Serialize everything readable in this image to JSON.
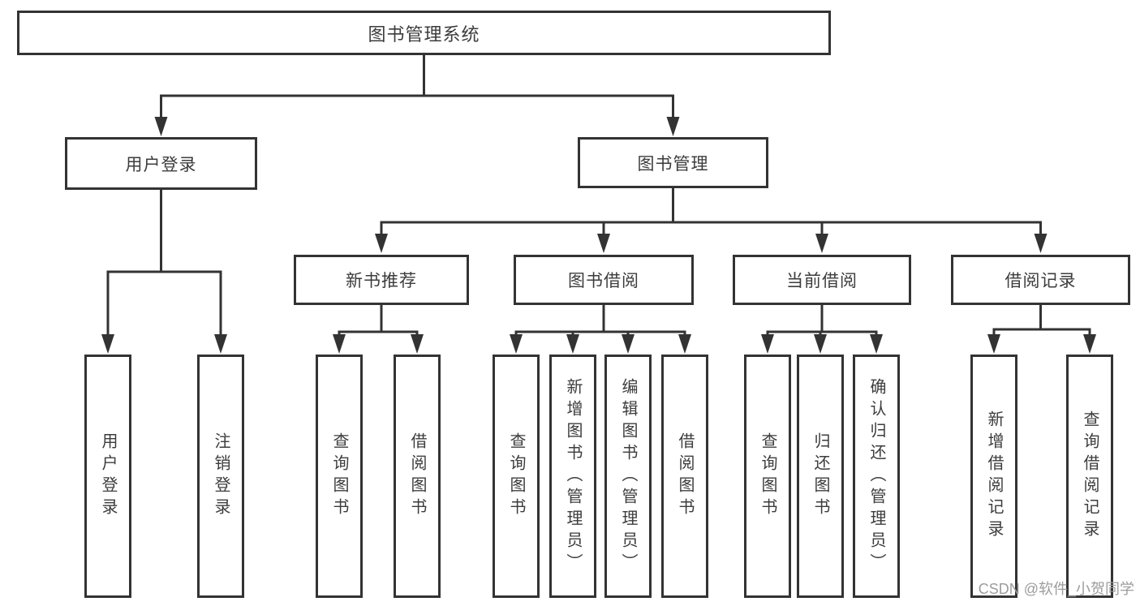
{
  "tree": {
    "root": "图书管理系统",
    "user_login": {
      "label": "用户登录",
      "children": [
        "用户登录",
        "注销登录"
      ]
    },
    "book_management": {
      "label": "图书管理",
      "new_book": {
        "label": "新书推荐",
        "children": [
          "查询图书",
          "借阅图书"
        ]
      },
      "book_borrow": {
        "label": "图书借阅",
        "children": [
          "查询图书",
          "新增图书（管理员）",
          "编辑图书（管理员）",
          "借阅图书"
        ]
      },
      "current_borrow": {
        "label": "当前借阅",
        "children": [
          "查询图书",
          "归还图书",
          "确认归还（管理员）"
        ]
      },
      "borrow_record": {
        "label": "借阅记录",
        "children": [
          "新增借阅记录",
          "查询借阅记录"
        ]
      }
    }
  },
  "watermark": "CSDN @软件_小贺同学",
  "colors": {
    "line": "#333333",
    "text": "#3c3c3c",
    "watermark": "#9c9c9c",
    "background": "#ffffff"
  }
}
